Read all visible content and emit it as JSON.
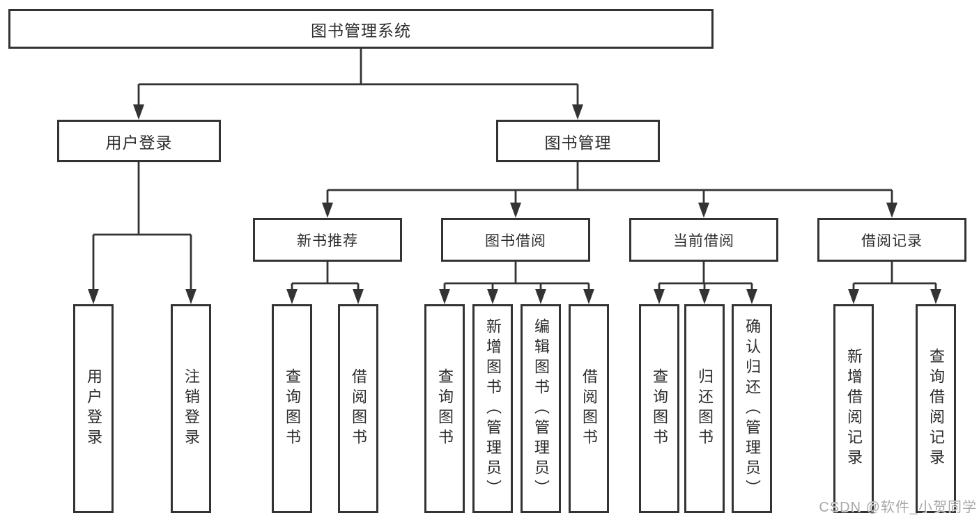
{
  "tree": {
    "root": {
      "label": "图书管理系统"
    },
    "branches": [
      {
        "label": "用户登录",
        "children": [
          {
            "label": "用户登录"
          },
          {
            "label": "注销登录"
          }
        ]
      },
      {
        "label": "图书管理",
        "sections": [
          {
            "label": "新书推荐",
            "children": [
              {
                "label": "查询图书"
              },
              {
                "label": "借阅图书"
              }
            ]
          },
          {
            "label": "图书借阅",
            "children": [
              {
                "label": "查询图书"
              },
              {
                "label": "新增图书（管理员）"
              },
              {
                "label": "编辑图书（管理员）"
              },
              {
                "label": "借阅图书"
              }
            ]
          },
          {
            "label": "当前借阅",
            "children": [
              {
                "label": "查询图书"
              },
              {
                "label": "归还图书"
              },
              {
                "label": "确认归还（管理员）"
              }
            ]
          },
          {
            "label": "借阅记录",
            "children": [
              {
                "label": "新增借阅记录"
              },
              {
                "label": "查询借阅记录"
              }
            ]
          }
        ]
      }
    ]
  },
  "watermark": {
    "text": "CSDN @软件_小贺同学"
  },
  "colors": {
    "line": "#333333",
    "border": "#333333",
    "text": "#2d2d2d",
    "background": "#ffffff",
    "watermark": "#a8a8a8"
  }
}
